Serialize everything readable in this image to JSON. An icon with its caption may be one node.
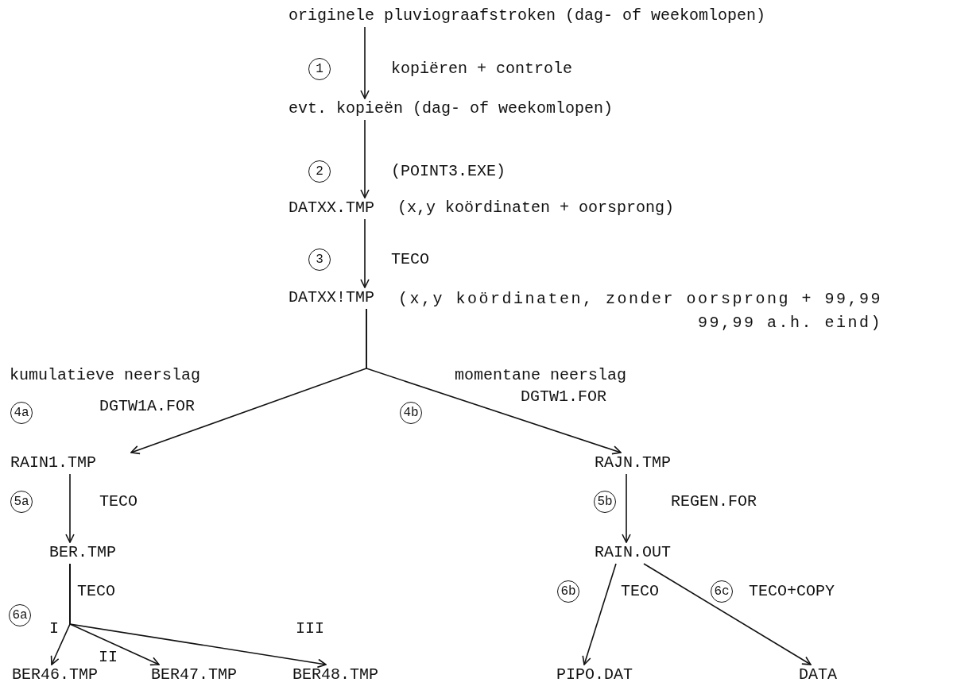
{
  "diagram": {
    "nodes": [
      {
        "text": [
          "originele pluviograafstroken (dag- of weekomlopen)"
        ]
      },
      {
        "text": [
          "1"
        ]
      },
      {
        "text": [
          "evt. kopieën (dag- of weekomlopen)"
        ]
      },
      {
        "text": [
          "2"
        ]
      },
      {
        "text": [
          "DATXX.TMP"
        ],
        "beside": [
          "(x,y koördinaten + oorsprong)"
        ]
      },
      {
        "text": [
          "3"
        ]
      },
      {
        "text": [
          "DATXX!TMP"
        ],
        "beside": [
          "(x,y koördinaten, zonder oorsprong + 99,99 99,99 a.h. eind)"
        ]
      },
      {
        "text": [
          "4a"
        ]
      },
      {
        "text": [
          "4b"
        ]
      },
      {
        "text": [
          "RAIN1.TMP"
        ]
      },
      {
        "text": [
          "RAJN.TMP"
        ]
      },
      {
        "text": [
          "5a"
        ]
      },
      {
        "text": [
          "5b"
        ]
      },
      {
        "text": [
          "BER.TMP"
        ]
      },
      {
        "text": [
          "RAIN.OUT"
        ]
      },
      {
        "text": [
          "6a"
        ]
      },
      {
        "text": [
          "6b"
        ]
      },
      {
        "text": [
          "6c"
        ]
      },
      {
        "text": [
          "BER46.TMP"
        ]
      },
      {
        "text": [
          "BER47.TMP"
        ]
      },
      {
        "text": [
          "BER48.TMP"
        ]
      },
      {
        "text": [
          "PIPO.DAT"
        ]
      },
      {
        "text": [
          "DATA"
        ]
      }
    ],
    "edges": [
      {
        "from": 0,
        "to": 2,
        "arrow": "to",
        "label": "kopiëren + controle"
      },
      {
        "from": 2,
        "to": 4,
        "arrow": "to",
        "label": "(POINT3.EXE)"
      },
      {
        "from": 4,
        "to": 6,
        "arrow": "to",
        "label": "TECO"
      },
      {
        "from": 6,
        "to": 9,
        "arrow": "to",
        "label": "DGTW1A.FOR"
      },
      {
        "from": 6,
        "to": 10,
        "arrow": "to",
        "label": "DGTW1.FOR"
      },
      {
        "from": 9,
        "to": 13,
        "arrow": "to",
        "label": "TECO"
      },
      {
        "from": 10,
        "to": 14,
        "arrow": "to",
        "label": "REGEN.FOR"
      },
      {
        "from": 13,
        "to": 18,
        "arrow": "to",
        "label": "I"
      },
      {
        "from": 13,
        "to": 19,
        "arrow": "to",
        "label": "II"
      },
      {
        "from": 13,
        "to": 20,
        "arrow": "to",
        "label": "III"
      },
      {
        "from": 14,
        "to": 21,
        "arrow": "to",
        "label": "TECO"
      },
      {
        "from": 14,
        "to": 22,
        "arrow": "to",
        "label": "TECO+COPY"
      }
    ],
    "labels": [
      "kumulatieve neerslag",
      "momentane neerslag",
      "TECO"
    ]
  }
}
